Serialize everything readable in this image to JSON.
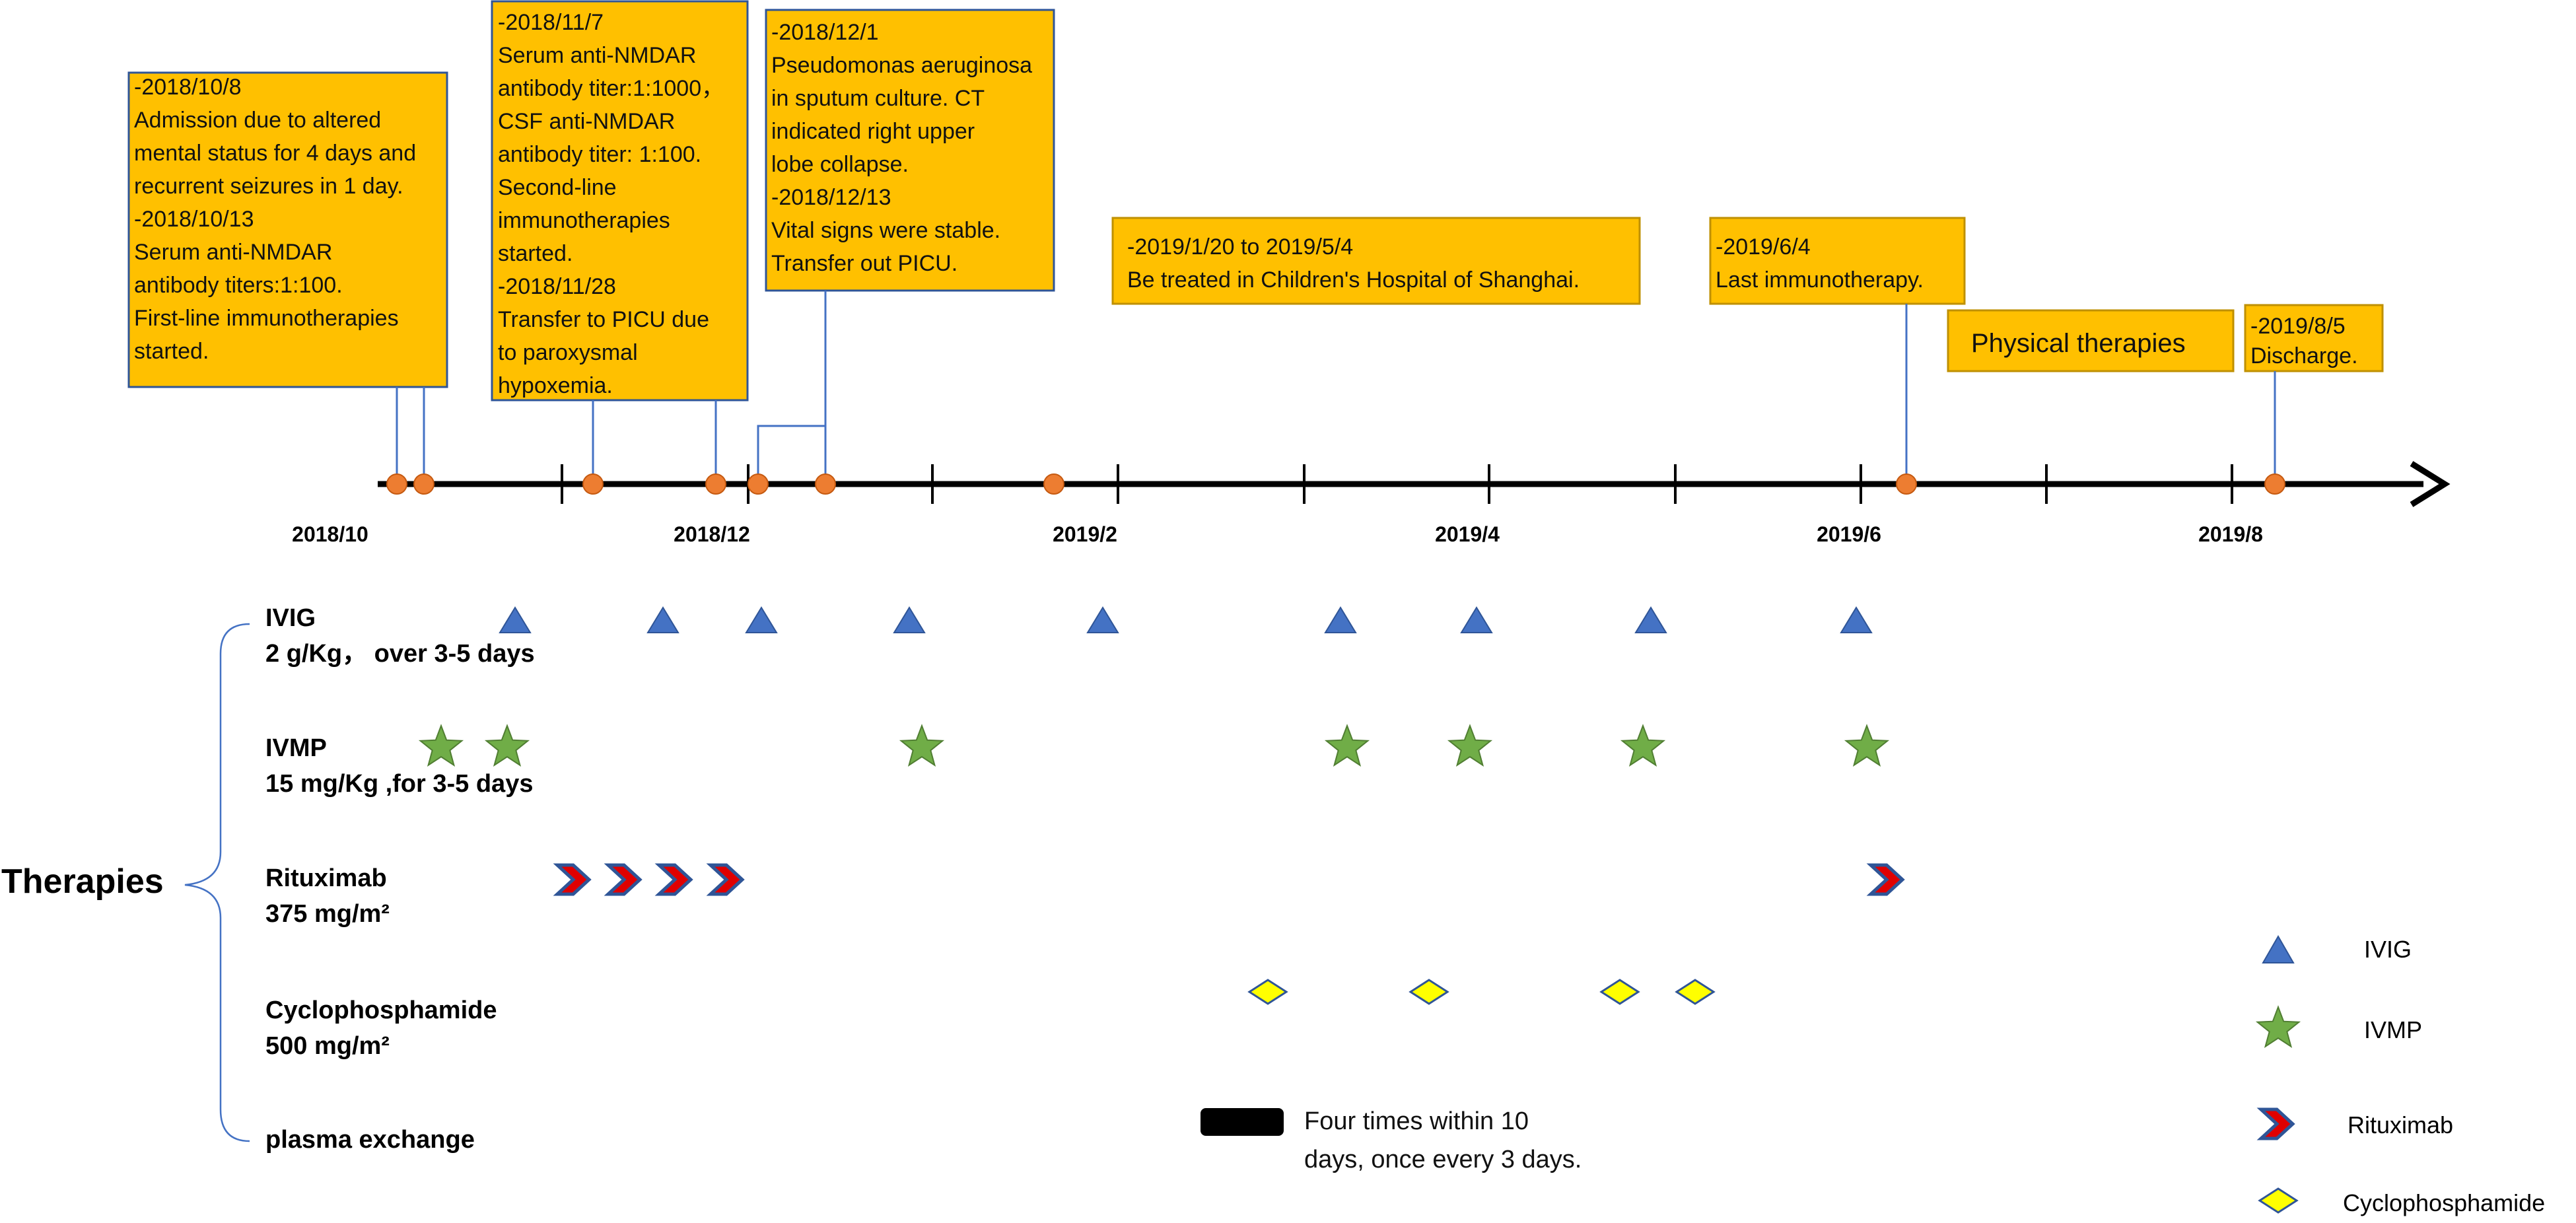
{
  "colors": {
    "box_fill": "#FFC000",
    "box_stroke": "#2F5597",
    "box_stroke_alt": "#BF9000",
    "connector": "#4472C4",
    "dot_fill": "#ED7D31",
    "dot_stroke": "#C55A11",
    "timeline": "#000000",
    "triangle": "#4472C4",
    "star": "#70AD47",
    "chevron_red": "#E00000",
    "chevron_blue": "#2F5597",
    "diamond": "#FFFF00"
  },
  "events": [
    {
      "id": "ev1",
      "lines": [
        "-2018/10/8",
        "Admission due to altered",
        "mental status for 4 days and",
        "recurrent seizures in 1 day.",
        "-2018/10/13",
        "Serum anti-NMDAR",
        "antibody titers:1:100.",
        "First-line immunotherapies",
        "started."
      ]
    },
    {
      "id": "ev2",
      "lines": [
        "-2018/11/7",
        "Serum anti-NMDAR",
        "antibody titer:1:1000，",
        "CSF anti-NMDAR",
        "antibody titer: 1:100.",
        "Second-line",
        "immunotherapies",
        "started.",
        "-2018/11/28",
        "Transfer to PICU due",
        "to paroxysmal",
        "hypoxemia."
      ]
    },
    {
      "id": "ev3",
      "lines": [
        "-2018/12/1",
        "Pseudomonas aeruginosa",
        "in sputum culture. CT",
        "indicated  right upper",
        "lobe collapse.",
        "-2018/12/13",
        "Vital signs were  stable.",
        "Transfer out PICU."
      ]
    },
    {
      "id": "ev4",
      "lines": [
        "-2019/1/20 to 2019/5/4",
        "Be treated in Children's Hospital of Shanghai."
      ]
    },
    {
      "id": "ev5",
      "lines": [
        "-2019/6/4",
        "Last immunotherapy."
      ]
    },
    {
      "id": "ev6",
      "lines": [
        "Physical therapies"
      ]
    },
    {
      "id": "ev7",
      "lines": [
        "-2019/8/5",
        "Discharge."
      ]
    }
  ],
  "timeline": {
    "month_labels": [
      "2018/10",
      "2018/12",
      "2019/2",
      "2019/4",
      "2019/6",
      "2019/8"
    ]
  },
  "therapies": {
    "group_label": "Therapies",
    "rows": [
      {
        "name": "IVIG",
        "dose": "2 g/Kg， over 3-5 days"
      },
      {
        "name": "IVMP",
        "dose": "15 mg/Kg ,for 3-5 days"
      },
      {
        "name": "Rituximab",
        "dose": "375 mg/m²"
      },
      {
        "name": "Cyclophosphamide",
        "dose": "500 mg/m²"
      },
      {
        "name": "plasma exchange",
        "dose": ""
      }
    ]
  },
  "note": {
    "lines": [
      "Four times within 10",
      "days, once every 3 days."
    ]
  },
  "legend": [
    {
      "label": "IVIG",
      "icon": "triangle-icon"
    },
    {
      "label": "IVMP",
      "icon": "star-icon"
    },
    {
      "label": "Rituximab",
      "icon": "chevron-icon"
    },
    {
      "label": "Cyclophosphamide",
      "icon": "diamond-icon"
    }
  ]
}
